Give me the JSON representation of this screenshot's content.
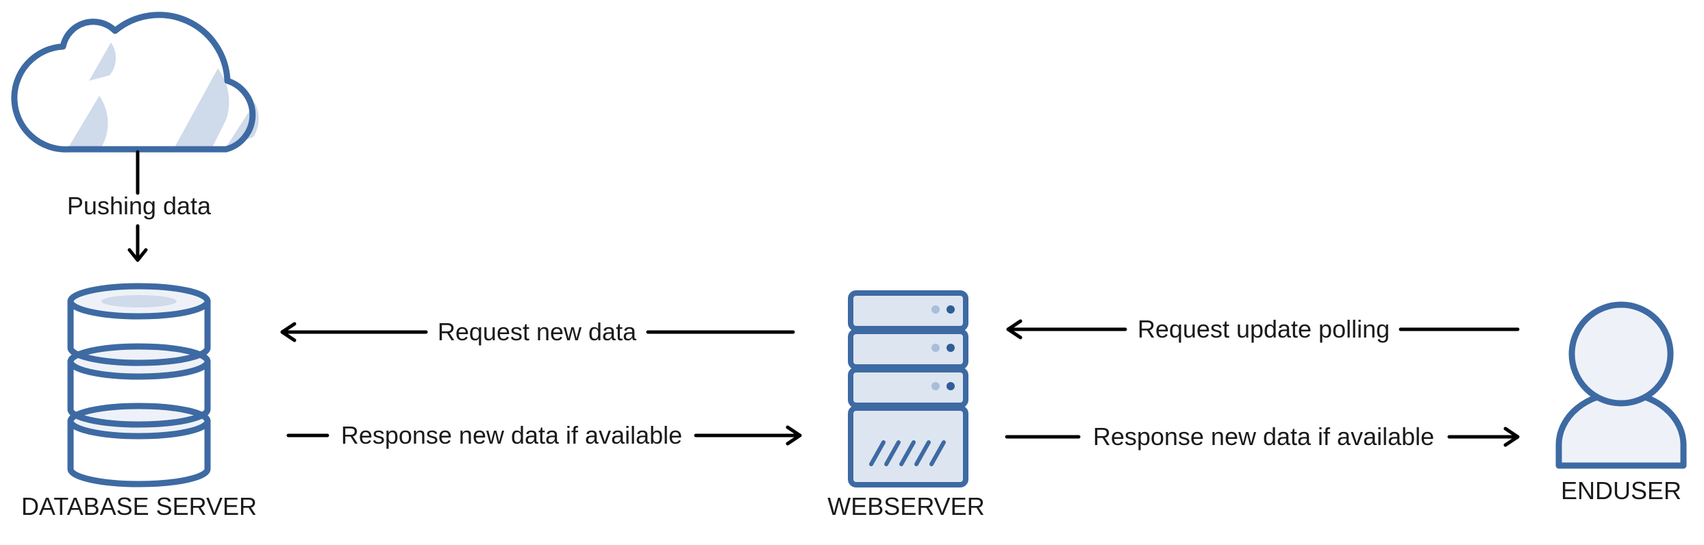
{
  "diagram": {
    "nodes": {
      "cloud": {
        "label": "",
        "icon": "cloud-icon"
      },
      "database_server": {
        "label": "DATABASE  SERVER",
        "icon": "database-icon"
      },
      "webserver": {
        "label": "WEBSERVER",
        "icon": "server-rack-icon"
      },
      "enduser": {
        "label": "ENDUSER",
        "icon": "user-icon"
      }
    },
    "edges": {
      "pushing": {
        "label": "Pushing data",
        "from": "cloud",
        "to": "database_server"
      },
      "request_new_data": {
        "label": "Request new data",
        "from": "webserver",
        "to": "database_server"
      },
      "response_db": {
        "label": "Response new data if available",
        "from": "database_server",
        "to": "webserver"
      },
      "request_polling": {
        "label": "Request update polling",
        "from": "enduser",
        "to": "webserver"
      },
      "response_web": {
        "label": "Response new data if available",
        "from": "webserver",
        "to": "enduser"
      }
    },
    "colors": {
      "outline": "#3e6aa3",
      "fill": "#eef2f8",
      "shade": "#cfdaea",
      "dot": "#2f5d97",
      "dot_light": "#a9bedb",
      "arrow": "#000000"
    }
  }
}
